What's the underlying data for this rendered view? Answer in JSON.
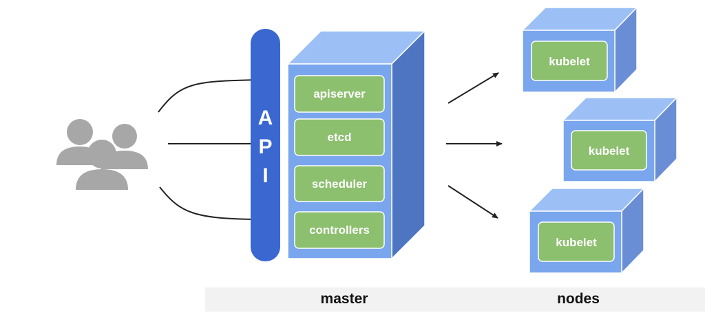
{
  "api": {
    "letters": [
      "A",
      "P",
      "I"
    ]
  },
  "master": {
    "components": [
      "apiserver",
      "etcd",
      "scheduler",
      "controllers"
    ],
    "caption": "master"
  },
  "nodes": {
    "items": [
      {
        "label": "kubelet"
      },
      {
        "label": "kubelet"
      },
      {
        "label": "kubelet"
      }
    ],
    "caption": "nodes"
  },
  "colors": {
    "box_front": "#7aa6ee",
    "box_top": "#9cc0f5",
    "box_side": "#4e75c2",
    "component_fill": "#8cbf6e",
    "api_bar": "#3a67d0",
    "users": "#a7a7a7",
    "arrow": "#222222",
    "bottom_strip": "#f2f2f2"
  },
  "icons": {
    "users": "users-group-icon"
  }
}
